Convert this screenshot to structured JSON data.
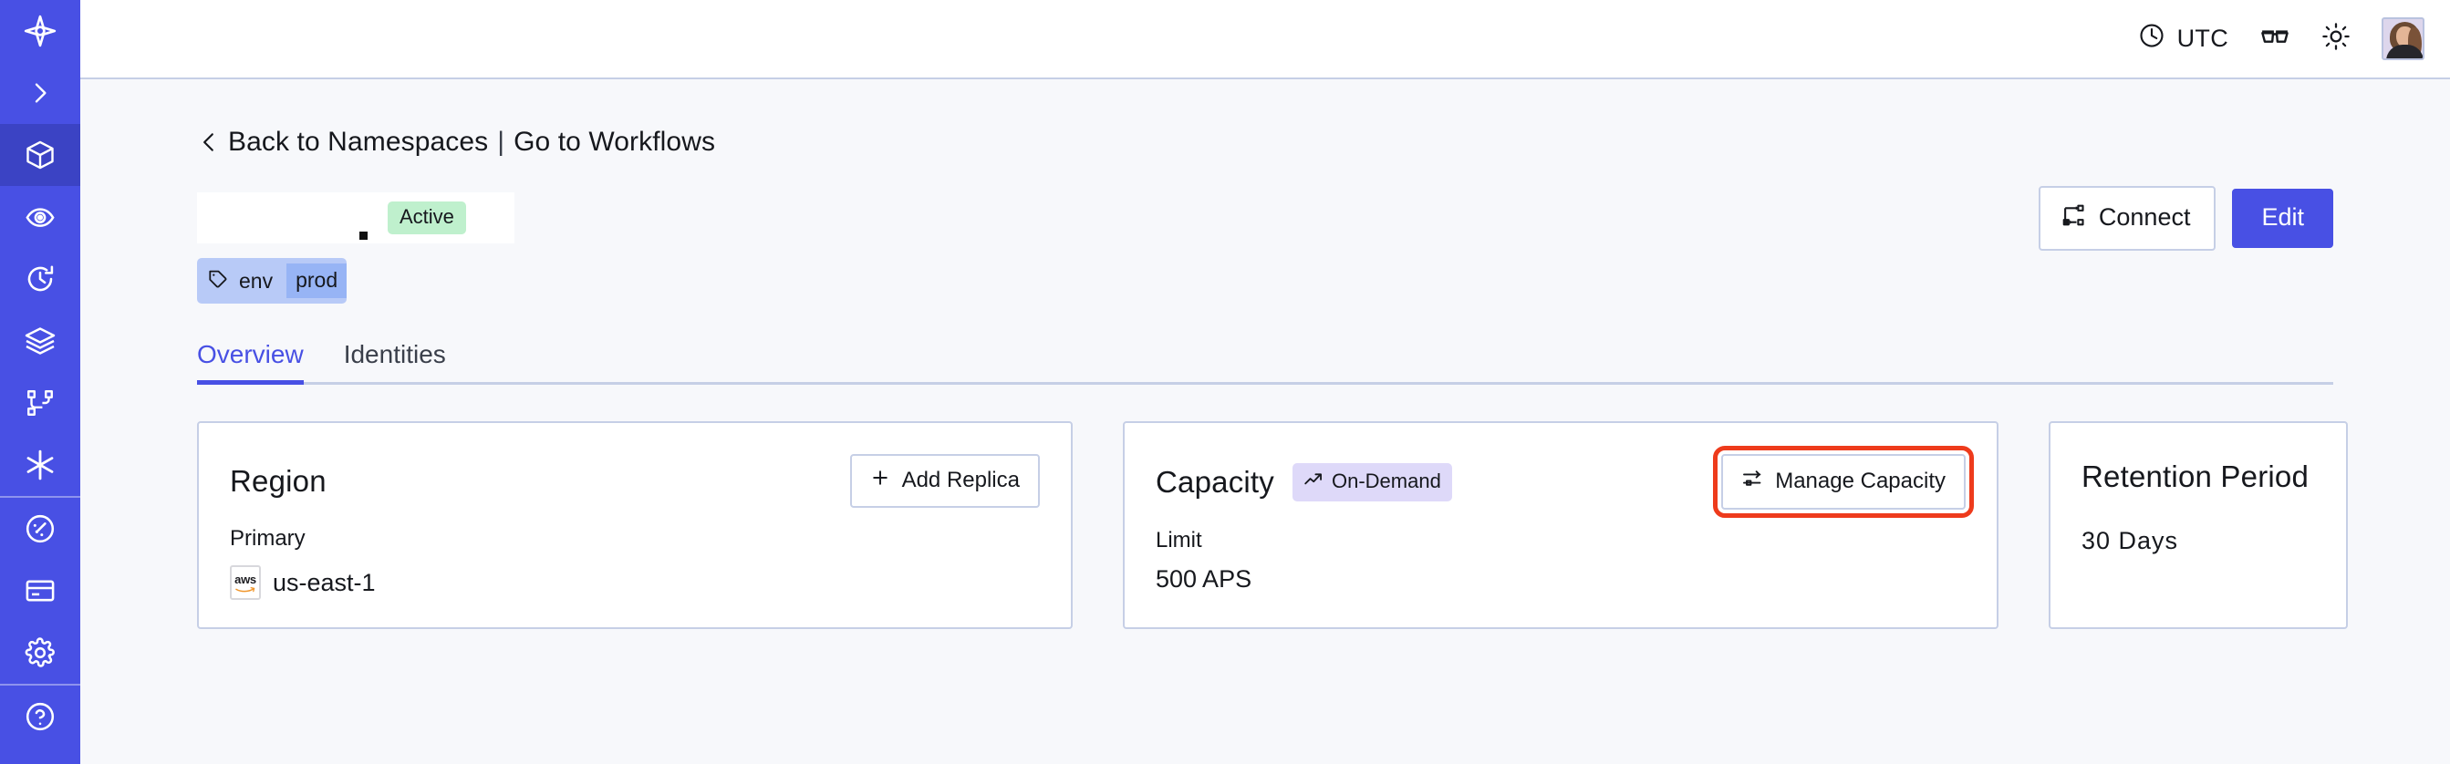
{
  "theme": {
    "brand": "#4850e4",
    "sidebar_bg": "#4850e4",
    "sidebar_active_bg": "#3b43c4",
    "page_bg": "#f7f8fb",
    "border": "#c6cfe6",
    "text": "#16181d",
    "status_active_bg": "#bff0cd",
    "tag_chip_bg": "#b8caf7",
    "tag_value_bg": "#97b4f5",
    "pill_ondemand_bg": "#ded9f9",
    "highlight_outline": "#ee3b1c"
  },
  "sidebar": {
    "items": [
      {
        "name": "logo",
        "icon": "temporal-logo-icon",
        "active": false
      },
      {
        "name": "expand-sidebar",
        "icon": "chevron-right-icon",
        "active": false
      },
      {
        "name": "namespaces",
        "icon": "cube-icon",
        "active": true
      },
      {
        "name": "observability",
        "icon": "eye-spiral-icon",
        "active": false
      },
      {
        "name": "schedules",
        "icon": "clock-rotate-icon",
        "active": false
      },
      {
        "name": "batch-operations",
        "icon": "layers-icon",
        "active": false
      },
      {
        "name": "workflows",
        "icon": "node-graph-icon",
        "active": false
      },
      {
        "name": "nexus",
        "icon": "asterisk-icon",
        "active": false
      },
      {
        "name": "usage",
        "icon": "gauge-icon",
        "active": false
      },
      {
        "name": "billing",
        "icon": "credit-card-icon",
        "active": false
      },
      {
        "name": "settings",
        "icon": "gear-icon",
        "active": false
      },
      {
        "name": "help",
        "icon": "help-circle-icon",
        "active": false
      }
    ]
  },
  "topbar": {
    "timezone": "UTC",
    "clock_icon": "clock-icon",
    "glasses_icon": "glasses-icon",
    "theme_icon": "sun-icon",
    "avatar_label": "user-avatar"
  },
  "breadcrumb": {
    "back_icon": "chevron-left-icon",
    "back_label": "Back to Namespaces",
    "separator": "|",
    "forward_label": "Go to Workflows"
  },
  "header": {
    "namespace_title": "",
    "status_badge": "Active",
    "connect_label": "Connect",
    "connect_icon": "connect-nodes-icon",
    "edit_label": "Edit",
    "tag": {
      "icon": "tag-icon",
      "key": "env",
      "value": "prod"
    }
  },
  "tabs": [
    {
      "label": "Overview",
      "active": true
    },
    {
      "label": "Identities",
      "active": false
    }
  ],
  "cards": {
    "region": {
      "title": "Region",
      "action_label": "Add Replica",
      "action_icon": "plus-icon",
      "sublabel": "Primary",
      "provider_icon": "aws-icon",
      "value": "us-east-1"
    },
    "capacity": {
      "title": "Capacity",
      "pill_label": "On-Demand",
      "pill_icon": "trend-up-icon",
      "action_label": "Manage Capacity",
      "action_icon": "sliders-icon",
      "action_highlighted": true,
      "sublabel": "Limit",
      "value": "500 APS"
    },
    "retention": {
      "title": "Retention Period",
      "value": "30 Days"
    }
  }
}
